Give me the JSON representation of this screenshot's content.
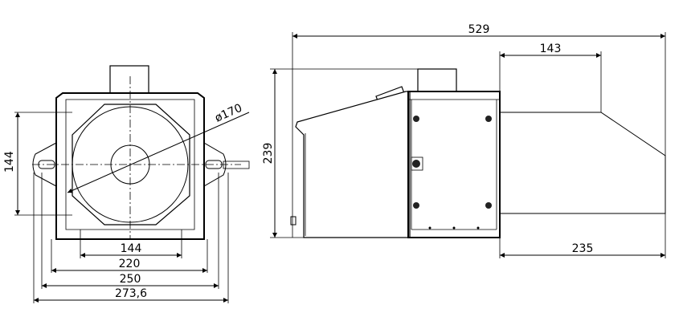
{
  "front_view": {
    "diameter_label": "ø170",
    "height_label": "144",
    "widths": [
      "144",
      "220",
      "250",
      "273,6"
    ]
  },
  "side_view": {
    "overall_length": "529",
    "height": "239",
    "front_section_length": "143",
    "bottom_length": "235"
  }
}
